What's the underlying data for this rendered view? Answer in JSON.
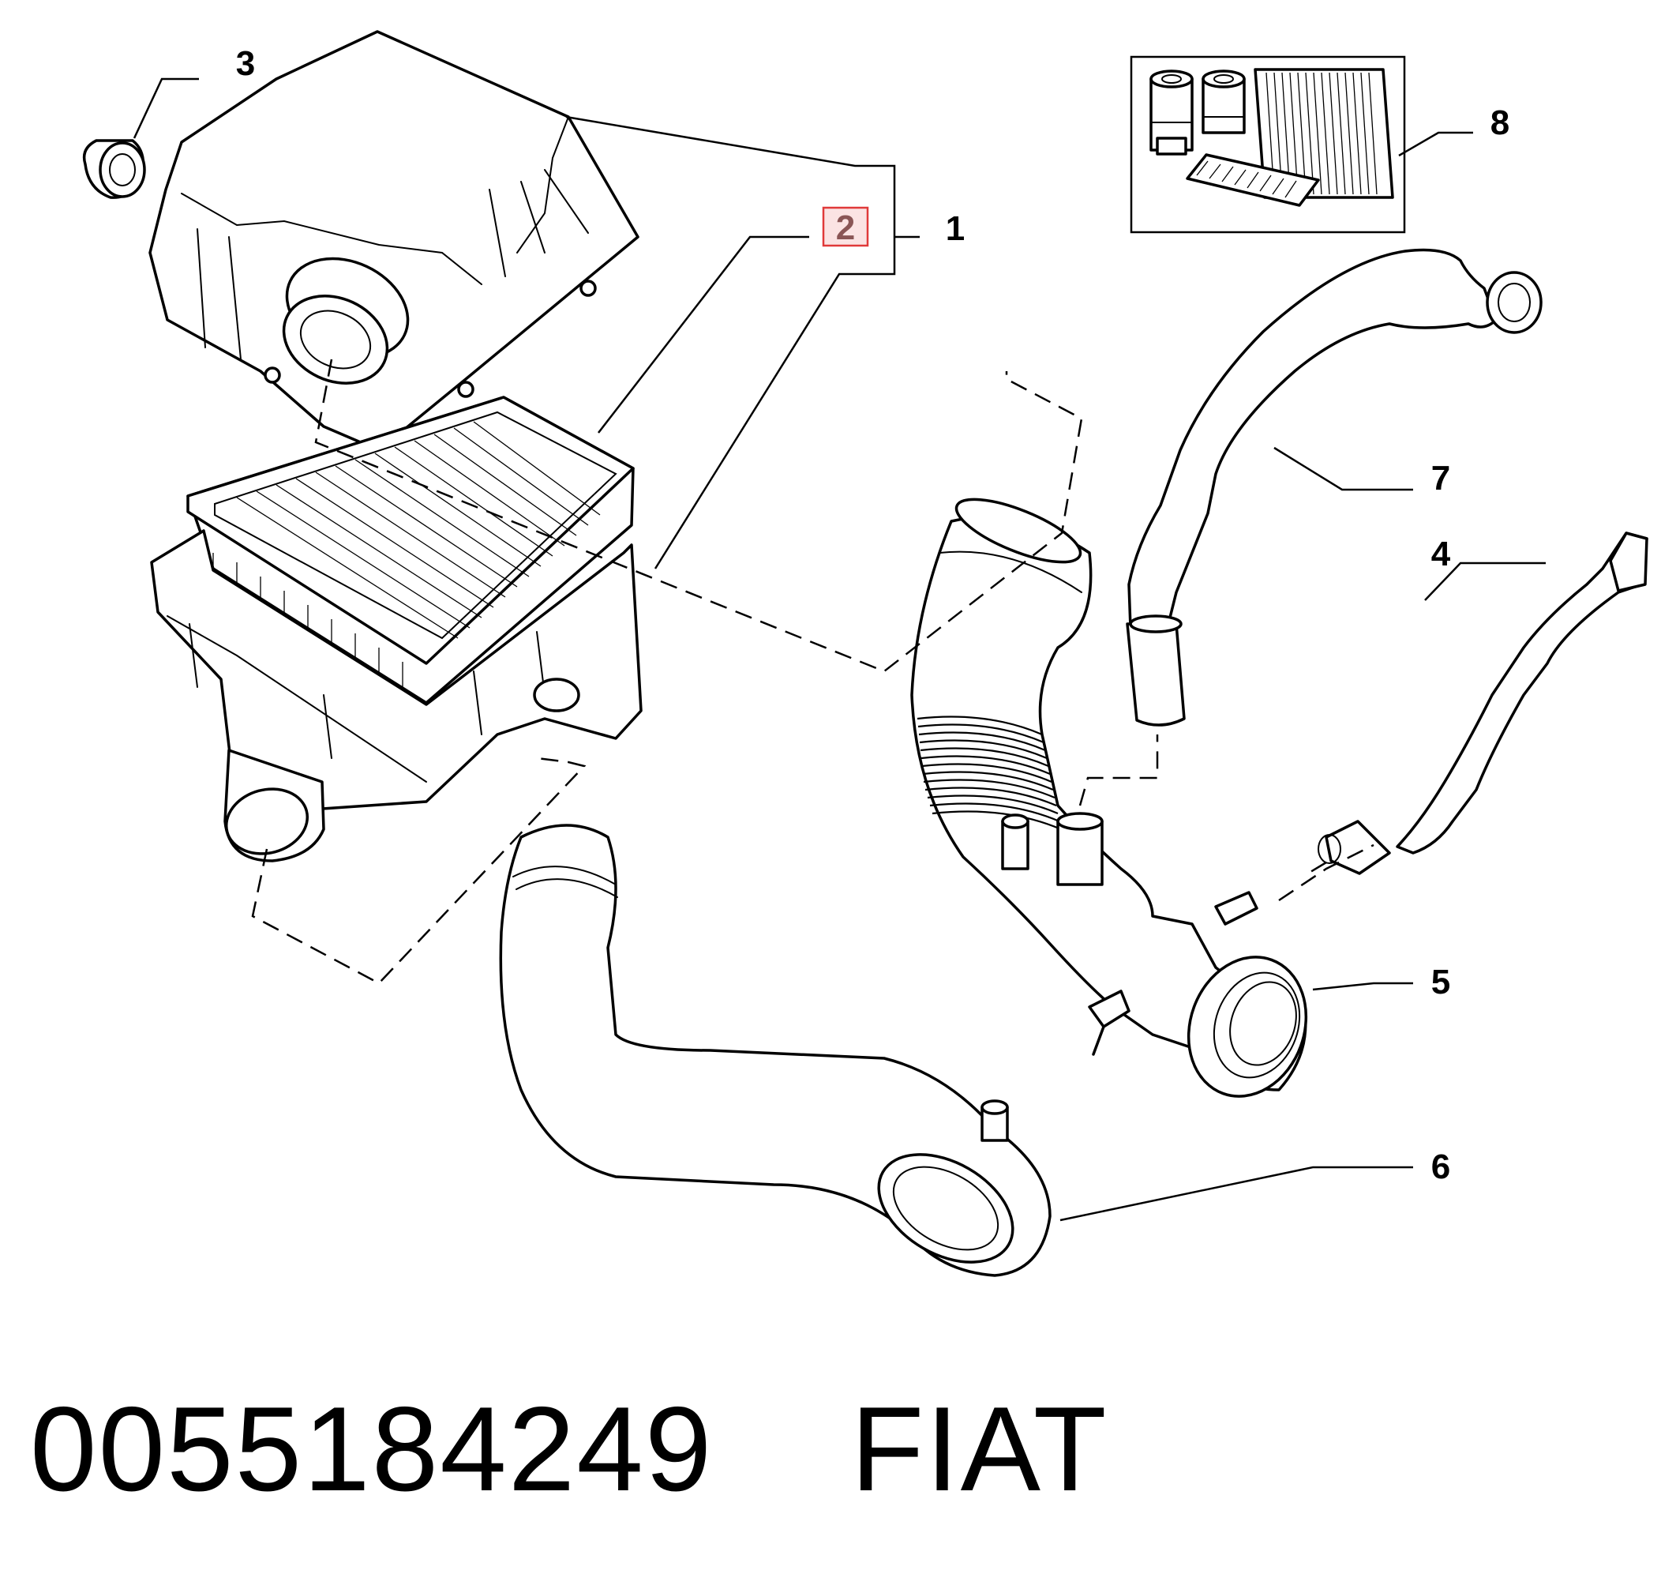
{
  "diagram": {
    "callouts": [
      {
        "id": "1",
        "label": "1"
      },
      {
        "id": "2",
        "label": "2",
        "highlighted": true
      },
      {
        "id": "3",
        "label": "3"
      },
      {
        "id": "4",
        "label": "4"
      },
      {
        "id": "5",
        "label": "5"
      },
      {
        "id": "6",
        "label": "6"
      },
      {
        "id": "7",
        "label": "7"
      },
      {
        "id": "8",
        "label": "8"
      }
    ],
    "highlight_color": "#e03a3a",
    "highlight_fill": "#fbe3e3"
  },
  "footer": {
    "part_number": "0055184249",
    "brand": "FIAT"
  }
}
